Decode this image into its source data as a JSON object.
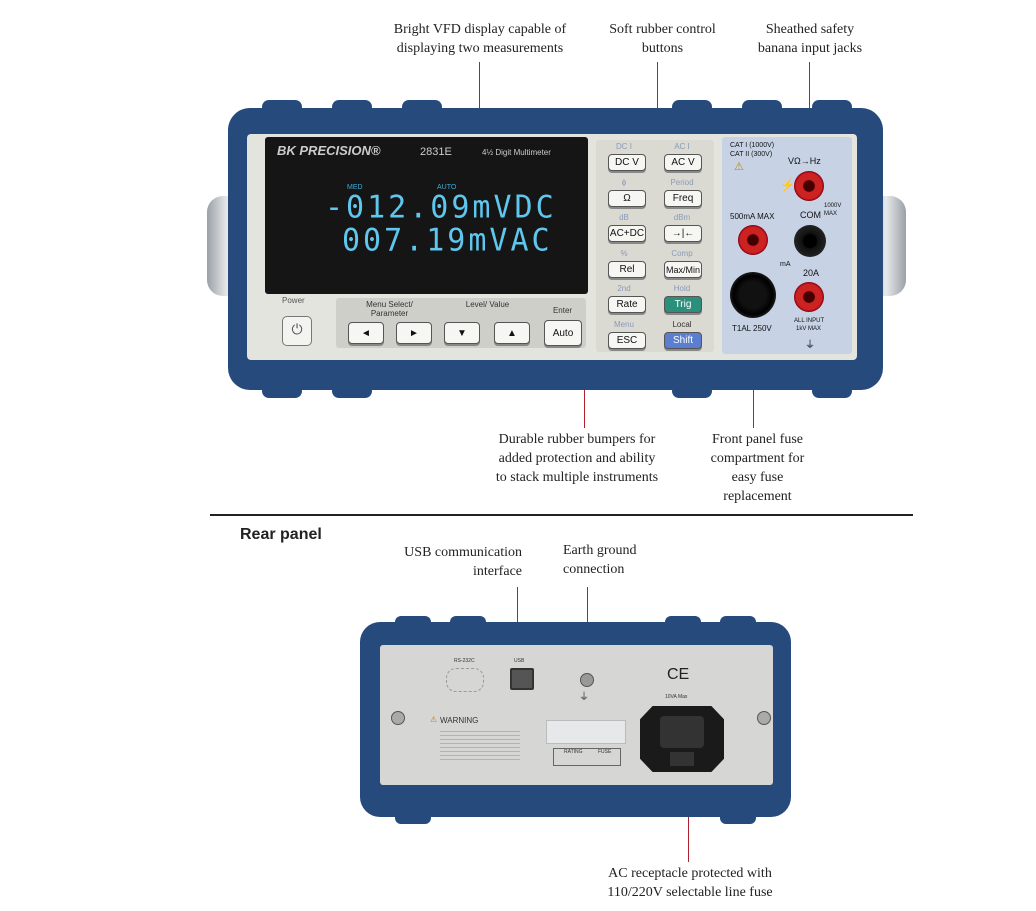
{
  "callouts": {
    "display": [
      "Bright VFD display capable of",
      "displaying two measurements"
    ],
    "buttons": [
      "Soft rubber control",
      "buttons"
    ],
    "jacks": [
      "Sheathed safety",
      "banana input jacks"
    ],
    "bumpers": [
      "Durable rubber bumpers for",
      "added protection and ability",
      "to stack multiple instruments"
    ],
    "fuse": [
      "Front panel fuse",
      "compartment for",
      "easy fuse",
      "replacement"
    ],
    "usb": [
      "USB communication",
      "interface"
    ],
    "earth": [
      "Earth ground",
      "connection"
    ],
    "ac": [
      "AC receptacle protected with",
      "110/220V selectable line fuse"
    ]
  },
  "section_heading": "Rear panel",
  "instrument": {
    "brand": "BK PRECISION®",
    "model": "2831E",
    "subtitle": "4½ Digit Multimeter",
    "tag_left": "MED",
    "tag_right": "AUTO",
    "reading_1": "-012.09mVDC",
    "reading_2": "007.19mVAC",
    "power_label": "Power",
    "nav_labels": {
      "menu": "Menu Select/ Parameter",
      "level": "Level/ Value",
      "enter": "Enter"
    },
    "nav_keys": [
      "◄",
      "►",
      "▼",
      "▲"
    ],
    "auto_key": "Auto",
    "keys": [
      {
        "fn": "DC I",
        "label": "DC V"
      },
      {
        "fn": "AC I",
        "label": "AC V"
      },
      {
        "fn": "ϕ",
        "label": "Ω"
      },
      {
        "fn": "Period",
        "label": "Freq"
      },
      {
        "fn": "dB",
        "label": "AC+DC"
      },
      {
        "fn": "dBm",
        "label": "→|←"
      },
      {
        "fn": "%",
        "label": "Rel"
      },
      {
        "fn": "Comp",
        "label": "Max/Min"
      },
      {
        "fn": "2nd",
        "label": "Rate"
      },
      {
        "fn": "Hold",
        "label": "Trig"
      },
      {
        "fn": "Menu",
        "label": "ESC"
      },
      {
        "fn": "Local",
        "label": "Shift"
      }
    ],
    "jack_labels": {
      "cat": "CAT I (1000V)",
      "cat2": "CAT II (300V)",
      "vohm": "VΩ→Hz",
      "v1000": "1000V",
      "com": "COM",
      "max": "MAX",
      "ma500": "500mA MAX",
      "ma": "mA",
      "a20": "20A",
      "fuse": "T1AL 250V",
      "allinput": "ALL INPUT",
      "kvmax": "1kV MAX"
    }
  },
  "rear": {
    "rs232": "RS-232C",
    "usb": "USB",
    "ce": "CE",
    "va": "10VA Max",
    "warning": "WARNING",
    "rating": "RATING",
    "fusecol": "FUSE"
  },
  "colors": {
    "bumper": "#264a7c",
    "callout_line": "#b21f2d",
    "vfd": "#5fc7ee",
    "trig": "#2a8f7b",
    "shift": "#5b7fd0"
  }
}
